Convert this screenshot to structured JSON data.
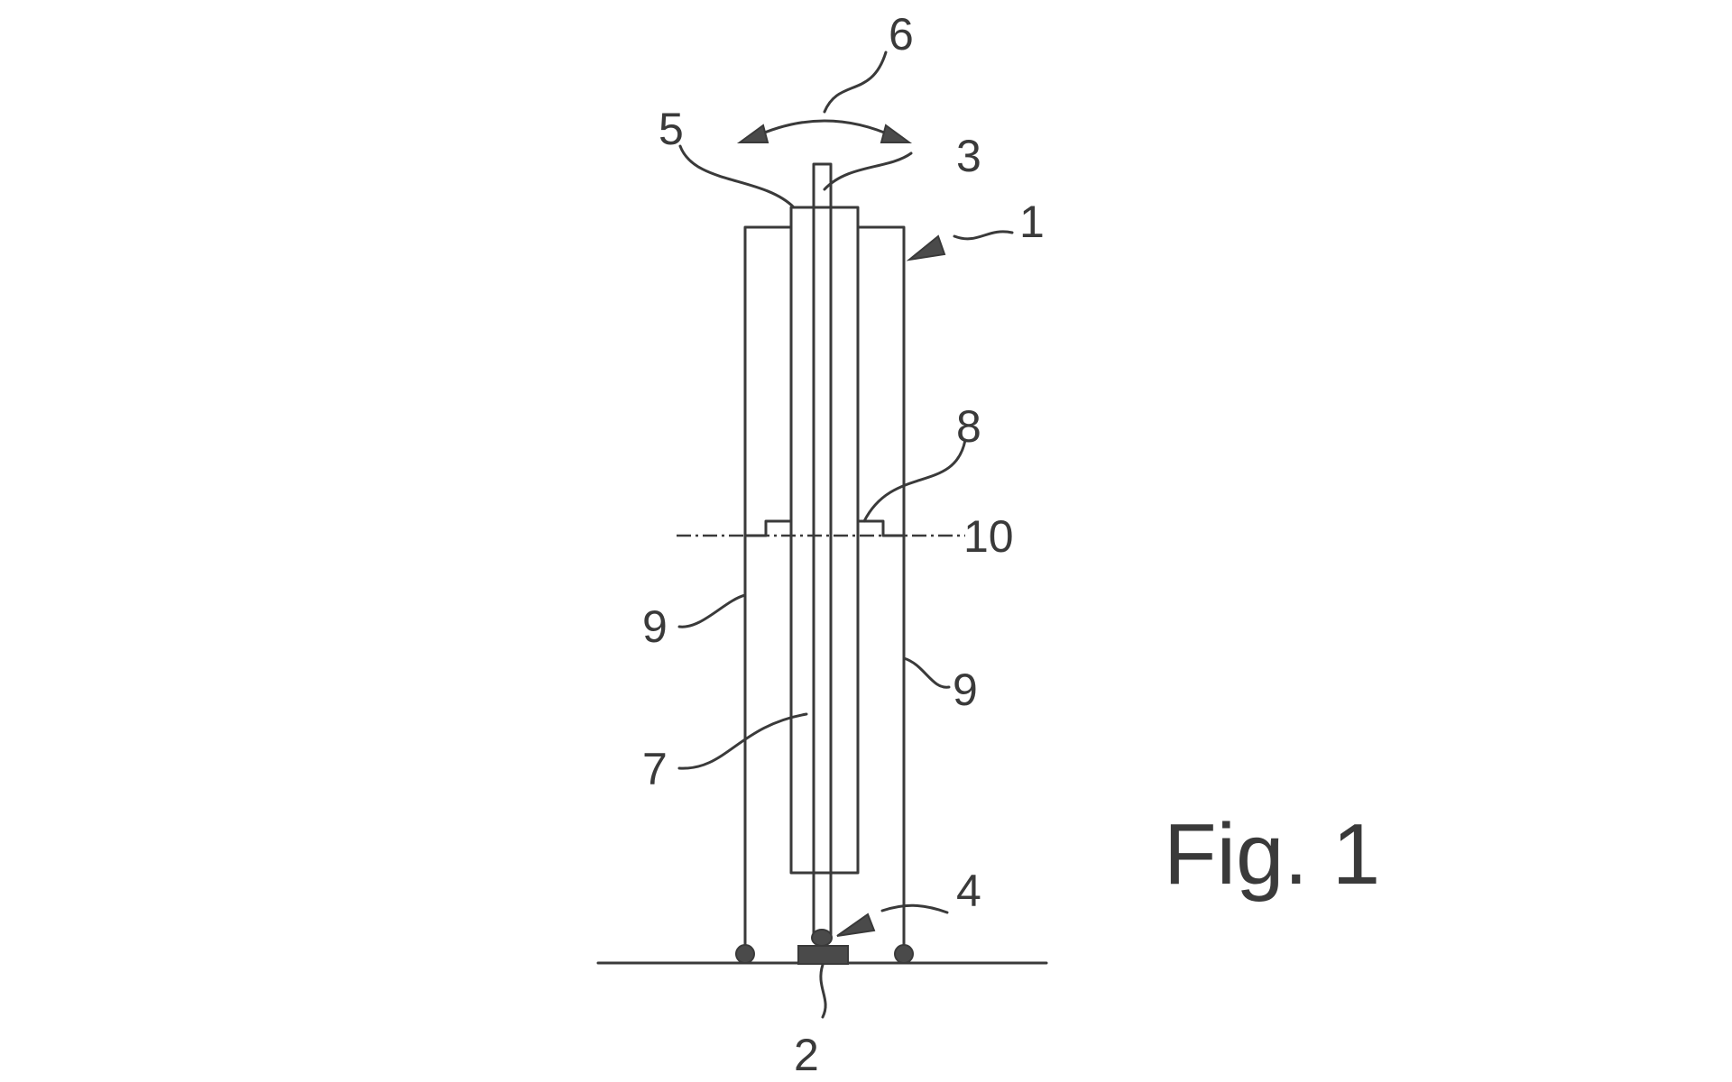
{
  "figure": {
    "caption": "Fig. 1",
    "labels": {
      "l1": "1",
      "l2": "2",
      "l3": "3",
      "l4": "4",
      "l5": "5",
      "l6": "6",
      "l7": "7",
      "l8": "8",
      "l9a": "9",
      "l9b": "9",
      "l10": "10"
    }
  }
}
